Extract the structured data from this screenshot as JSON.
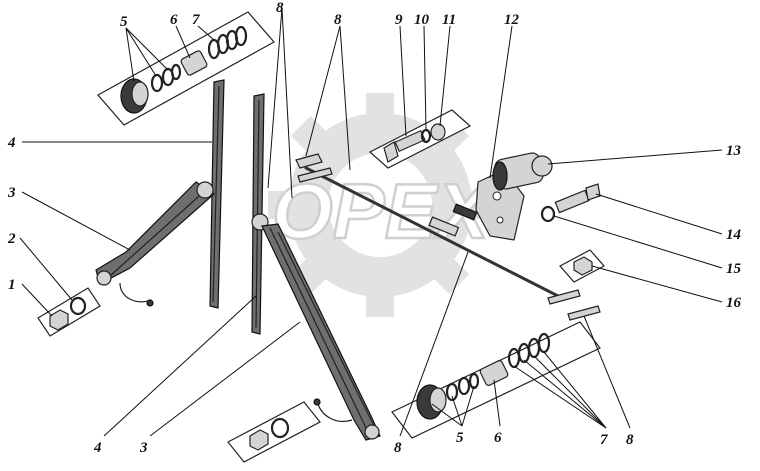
{
  "watermark": {
    "text": "ОРЕХ"
  },
  "callouts": [
    {
      "id": "c1",
      "label": "1"
    },
    {
      "id": "c2",
      "label": "2"
    },
    {
      "id": "c3a",
      "label": "3"
    },
    {
      "id": "c3b",
      "label": "3"
    },
    {
      "id": "c4a",
      "label": "4"
    },
    {
      "id": "c4b",
      "label": "4"
    },
    {
      "id": "c5a",
      "label": "5"
    },
    {
      "id": "c5b",
      "label": "5"
    },
    {
      "id": "c6a",
      "label": "6"
    },
    {
      "id": "c6b",
      "label": "6"
    },
    {
      "id": "c7a",
      "label": "7"
    },
    {
      "id": "c7b",
      "label": "7"
    },
    {
      "id": "c8a",
      "label": "8"
    },
    {
      "id": "c8b",
      "label": "8"
    },
    {
      "id": "c8c",
      "label": "8"
    },
    {
      "id": "c9",
      "label": "9"
    },
    {
      "id": "c10",
      "label": "10"
    },
    {
      "id": "c11",
      "label": "11"
    },
    {
      "id": "c12",
      "label": "12"
    },
    {
      "id": "c13",
      "label": "13"
    },
    {
      "id": "c14",
      "label": "14"
    },
    {
      "id": "c15",
      "label": "15"
    },
    {
      "id": "c16",
      "label": "16"
    }
  ]
}
